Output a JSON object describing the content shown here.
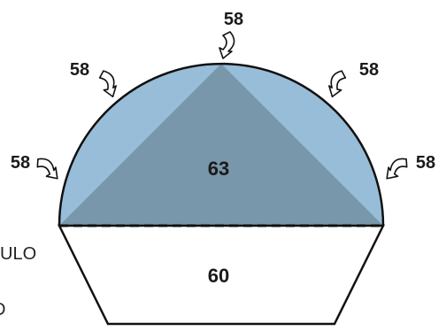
{
  "colors": {
    "semicircle": "#97bdd8",
    "triangle": "#7897aa",
    "trapezoid": "#ffffff",
    "stroke": "#111111"
  },
  "labels": {
    "triangle_value": "63",
    "trapezoid_value": "60",
    "arrow_top": "58",
    "arrow_upper_left": "58",
    "arrow_upper_right": "58",
    "arrow_left": "58",
    "arrow_right": "58"
  },
  "cut_text": {
    "line1": "ULO",
    "line2": "D"
  }
}
